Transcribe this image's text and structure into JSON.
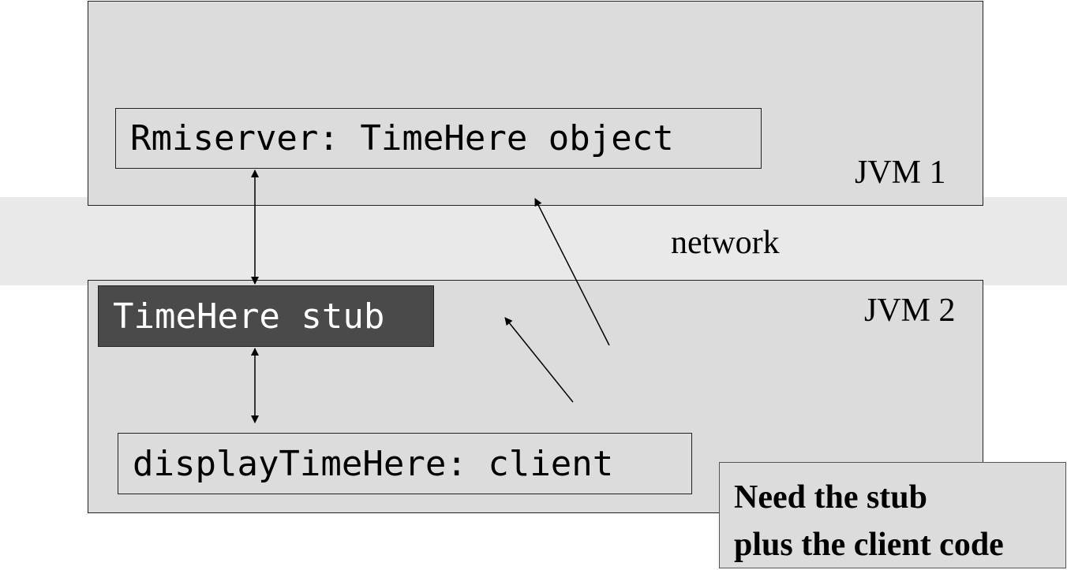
{
  "jvm1": {
    "label": "JVM 1"
  },
  "jvm2": {
    "label": "JVM 2"
  },
  "network": {
    "label": "network"
  },
  "server": {
    "label": "Rmiserver: TimeHere object"
  },
  "stub": {
    "label": "TimeHere stub"
  },
  "client": {
    "label": "displayTimeHere: client"
  },
  "note": {
    "lines": [
      "Need the stub",
      "plus the client code"
    ]
  },
  "colors": {
    "jvm_fill": "#dcdcdc",
    "network_band": "#e9e9e9",
    "stub_fill": "#4a4a4a",
    "stub_text": "#ffffff"
  }
}
